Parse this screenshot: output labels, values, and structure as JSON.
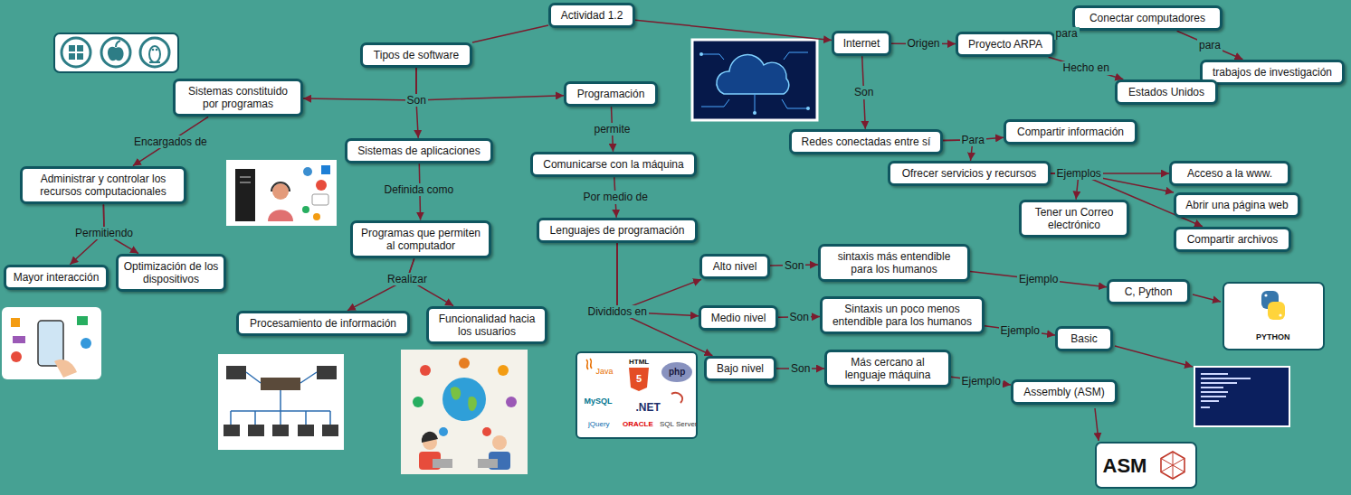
{
  "diagram": {
    "nodes": [
      {
        "text": [
          "Actividad 1.2"
        ]
      },
      {
        "text": [
          "Tipos de software"
        ]
      },
      {
        "text": [
          "Sistemas constituido por programas"
        ]
      },
      {
        "text": [
          "Programación"
        ]
      },
      {
        "text": [
          "Sistemas de aplicaciones"
        ]
      },
      {
        "text": [
          "Administrar y controlar los recursos computacionales"
        ]
      },
      {
        "text": [
          "Comunicarse con la máquina"
        ]
      },
      {
        "text": [
          "Programas que permiten al computador"
        ]
      },
      {
        "text": [
          "Lenguajes de programación"
        ]
      },
      {
        "text": [
          "Mayor interacción"
        ]
      },
      {
        "text": [
          "Optimización de los dispositivos"
        ]
      },
      {
        "text": [
          "Procesamiento de información"
        ]
      },
      {
        "text": [
          "Funcionalidad hacia los usuarios"
        ]
      },
      {
        "text": [
          "Alto nivel"
        ]
      },
      {
        "text": [
          "Medio nivel"
        ]
      },
      {
        "text": [
          "Bajo nivel"
        ]
      },
      {
        "text": [
          "sintaxis más entendible para los humanos"
        ]
      },
      {
        "text": [
          "Sintaxis un poco menos entendible para los humanos"
        ]
      },
      {
        "text": [
          "Más cercano al lenguaje máquina"
        ]
      },
      {
        "text": [
          "C, Python"
        ]
      },
      {
        "text": [
          "Basic"
        ]
      },
      {
        "text": [
          "Assembly (ASM)"
        ]
      },
      {
        "text": [
          "Internet"
        ]
      },
      {
        "text": [
          "Proyecto ARPA"
        ]
      },
      {
        "text": [
          "Conectar computadores"
        ]
      },
      {
        "text": [
          "trabajos de investigación"
        ]
      },
      {
        "text": [
          "Estados Unidos"
        ]
      },
      {
        "text": [
          "Redes conectadas entre sí"
        ]
      },
      {
        "text": [
          "Compartir información"
        ]
      },
      {
        "text": [
          "Ofrecer servicios y recursos"
        ]
      },
      {
        "text": [
          "Acceso a la www."
        ]
      },
      {
        "text": [
          "Tener un Correo electrónico"
        ]
      },
      {
        "text": [
          "Abrir una página web"
        ]
      },
      {
        "text": [
          "Compartir archivos"
        ]
      }
    ],
    "edges": [
      {
        "from": 0,
        "to": 1,
        "arrow": "none"
      },
      {
        "from": 0,
        "to": 22,
        "arrow": "to"
      },
      {
        "from": 1,
        "to": 2,
        "label": "Son",
        "arrow": "to"
      },
      {
        "from": 1,
        "to": 3,
        "arrow": "to"
      },
      {
        "from": 1,
        "to": 4,
        "arrow": "to"
      },
      {
        "from": 2,
        "to": 5,
        "label": "Encargados de",
        "arrow": "to"
      },
      {
        "from": 5,
        "to": 9,
        "label": "Permitiendo",
        "arrow": "to"
      },
      {
        "from": 5,
        "to": 10,
        "arrow": "to"
      },
      {
        "from": 4,
        "to": 7,
        "label": "Definida como",
        "arrow": "to"
      },
      {
        "from": 7,
        "to": 11,
        "label": "Realizar",
        "arrow": "to"
      },
      {
        "from": 7,
        "to": 12,
        "arrow": "to"
      },
      {
        "from": 3,
        "to": 6,
        "label": "permite",
        "arrow": "to"
      },
      {
        "from": 6,
        "to": 8,
        "label": "Por medio de",
        "arrow": "to"
      },
      {
        "from": 8,
        "to": 13,
        "label": "Divididos en",
        "arrow": "to"
      },
      {
        "from": 8,
        "to": 14,
        "arrow": "to"
      },
      {
        "from": 8,
        "to": 15,
        "arrow": "to"
      },
      {
        "from": 13,
        "to": 16,
        "label": "Son",
        "arrow": "to"
      },
      {
        "from": 14,
        "to": 17,
        "label": "Son",
        "arrow": "to"
      },
      {
        "from": 15,
        "to": 18,
        "label": "Son",
        "arrow": "to"
      },
      {
        "from": 16,
        "to": 19,
        "label": "Ejemplo",
        "arrow": "to"
      },
      {
        "from": 17,
        "to": 20,
        "label": "Ejemplo",
        "arrow": "to"
      },
      {
        "from": 18,
        "to": 21,
        "label": "Ejemplo",
        "arrow": "to"
      },
      {
        "from": 22,
        "to": 23,
        "label": "Origen",
        "arrow": "to"
      },
      {
        "from": 23,
        "to": 24,
        "label": "para",
        "arrow": "to"
      },
      {
        "from": 24,
        "to": 25,
        "label": "para",
        "arrow": "to"
      },
      {
        "from": 23,
        "to": 26,
        "label": "Hecho en",
        "arrow": "to"
      },
      {
        "from": 22,
        "to": 27,
        "label": "Son",
        "arrow": "to"
      },
      {
        "from": 27,
        "to": 28,
        "label": "Para",
        "arrow": "to"
      },
      {
        "from": 27,
        "to": 29,
        "arrow": "to"
      },
      {
        "from": 29,
        "to": 30,
        "label": "Ejemplos",
        "arrow": "to"
      },
      {
        "from": 29,
        "to": 31,
        "arrow": "to"
      },
      {
        "from": 29,
        "to": 32,
        "arrow": "to"
      },
      {
        "from": 29,
        "to": 33,
        "arrow": "to"
      }
    ],
    "labels": [
      "PYTHON",
      "ASM",
      "Java",
      "HTML",
      "5",
      "php",
      "MySQL",
      ".NET",
      "jQuery",
      "ORACLE",
      "SQL Server"
    ]
  }
}
